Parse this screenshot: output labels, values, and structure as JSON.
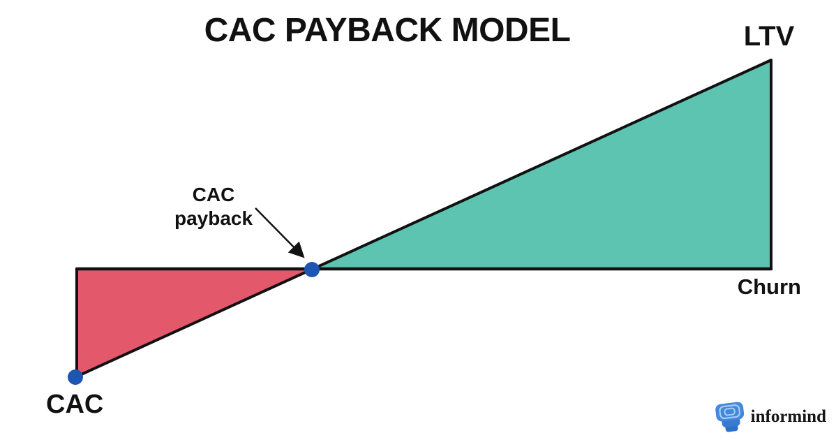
{
  "title": "CAC PAYBACK MODEL",
  "diagram": {
    "ltv_label": "LTV",
    "churn_label": "Churn",
    "cac_label": "CAC",
    "payback_annotation": {
      "line1": "CAC",
      "line2": "payback"
    }
  },
  "logo": {
    "name": "informind"
  },
  "colors": {
    "background": "#ffffff",
    "line": "#111111",
    "cac_triangle": "#e4586c",
    "ltv_triangle": "#5cc4b0",
    "marker_point": "#1d55b2",
    "logo_blue": "#3d7fd0"
  }
}
